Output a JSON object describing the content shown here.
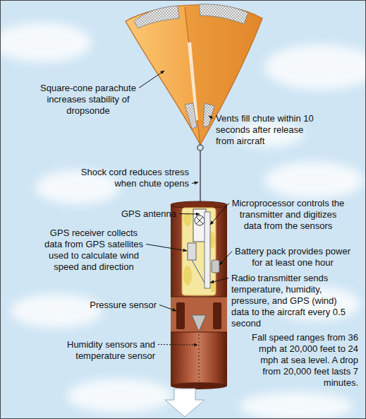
{
  "diagram": {
    "labels": [
      "Square-cone parachute increases stability of dropsonde",
      "Vents fill chute within 10 seconds after release from aircraft",
      "Shock cord reduces stress when chute opens",
      "GPS antenna",
      "Microprocessor controls the transmitter and digitizes data from the sensors",
      "GPS receiver collects data from GPS satellites used to calculate wind speed and direction",
      "Battery pack provides power for at least one hour",
      "Radio transmitter sends temperature, humidity, pressure, and GPS (wind) data to the aircraft every 0.5 second",
      "Pressure sensor",
      "Humidity sensors and temperature sensor",
      "Fall speed ranges from 36 mph at 20,000 feet to 24 mph at sea level. A drop from 20,000 feet lasts 7 minutes."
    ]
  }
}
